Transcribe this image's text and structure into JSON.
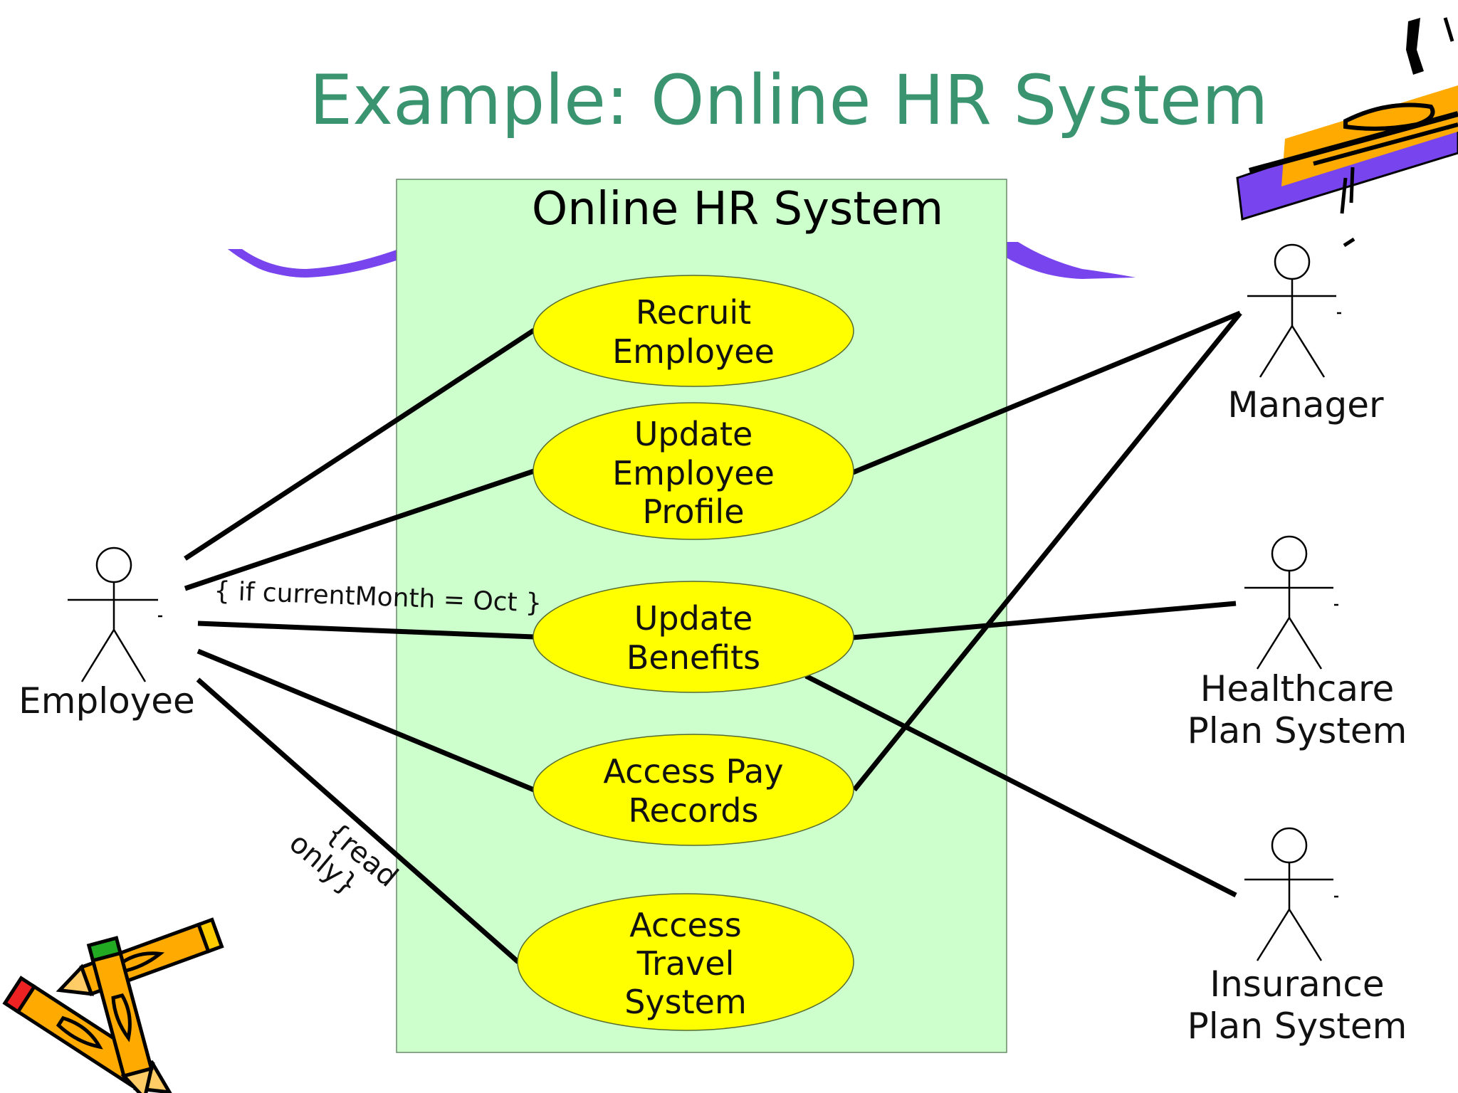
{
  "title": "Example: Online HR System",
  "system": {
    "name": "Online HR System",
    "fill": "#ccffcc",
    "use_cases": [
      [
        "Recruit",
        "Employee"
      ],
      [
        "Update",
        "Employee",
        "Profile"
      ],
      [
        "Update",
        "Benefits"
      ],
      [
        "Access Pay",
        "Records"
      ],
      [
        "Access",
        "Travel",
        "System"
      ]
    ]
  },
  "actors": {
    "employee": [
      "Employee"
    ],
    "manager": [
      "Manager"
    ],
    "healthcare": [
      "Healthcare",
      "Plan System"
    ],
    "insurance": [
      "Insurance",
      "Plan System"
    ]
  },
  "notes": {
    "benefits_constraint": "{ if currentMonth = Oct }",
    "travel_constraint": [
      "{read",
      "only}"
    ]
  },
  "colors": {
    "title": "#3a9470",
    "use_case_fill": "#ffff00",
    "swoosh": "#7744ee",
    "pencil": "#ffaa00"
  }
}
